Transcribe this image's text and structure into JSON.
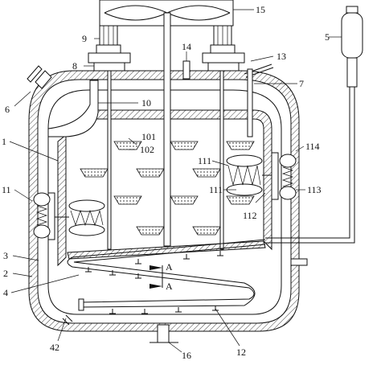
{
  "labels": {
    "l1": "1",
    "l2": "2",
    "l3": "3",
    "l4": "4",
    "l5": "5",
    "l6": "6",
    "l7": "7",
    "l8": "8",
    "l9": "9",
    "l10": "10",
    "l11": "11",
    "l12": "12",
    "l13": "13",
    "l14": "14",
    "l15": "15",
    "l16": "16",
    "l42": "42",
    "l101": "101",
    "l102": "102",
    "l111a": "111",
    "l111b": "111",
    "l112": "112",
    "l113": "113",
    "l114": "114"
  },
  "section_marks": {
    "a_top": "A",
    "a_bottom": "A"
  }
}
